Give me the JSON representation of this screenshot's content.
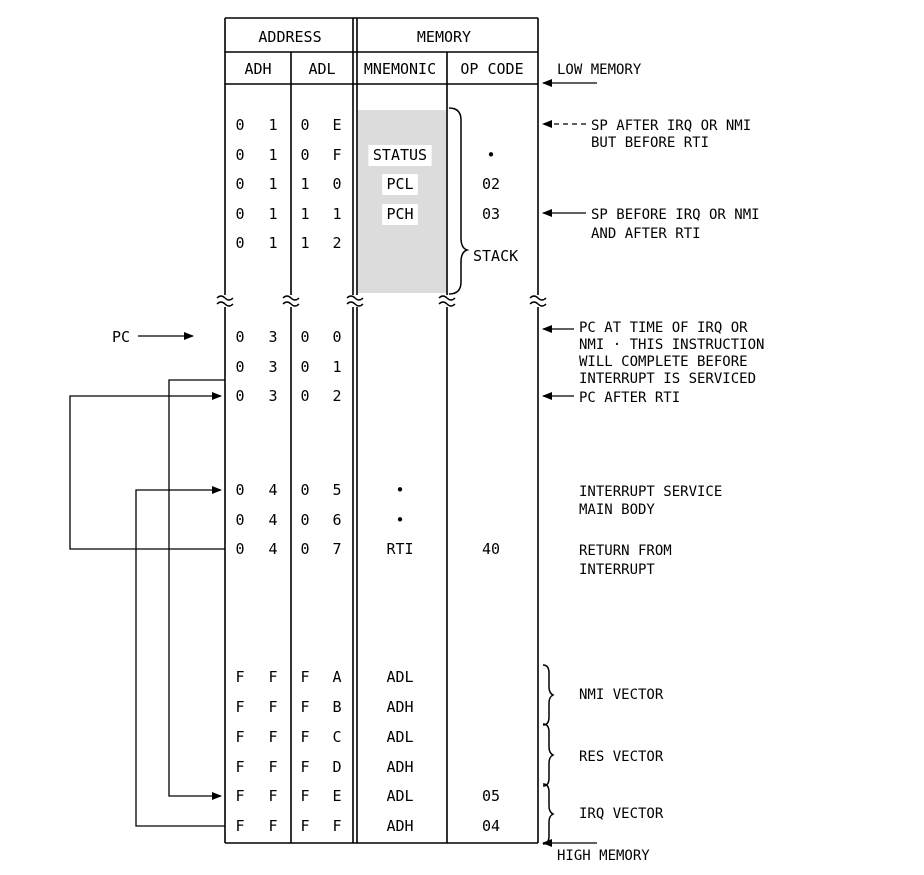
{
  "header": {
    "address": "ADDRESS",
    "memory": "MEMORY",
    "adh": "ADH",
    "adl": "ADL",
    "mnemonic": "MNEMONIC",
    "opcode": "OP CODE"
  },
  "stack_rows": [
    {
      "adh": [
        "0",
        "1"
      ],
      "adl": [
        "0",
        "E"
      ],
      "mnemonic": "",
      "opcode": ""
    },
    {
      "adh": [
        "0",
        "1"
      ],
      "adl": [
        "0",
        "F"
      ],
      "mnemonic": "STATUS",
      "opcode": "•"
    },
    {
      "adh": [
        "0",
        "1"
      ],
      "adl": [
        "1",
        "0"
      ],
      "mnemonic": "PCL",
      "opcode": "02"
    },
    {
      "adh": [
        "0",
        "1"
      ],
      "adl": [
        "1",
        "1"
      ],
      "mnemonic": "PCH",
      "opcode": "03"
    },
    {
      "adh": [
        "0",
        "1"
      ],
      "adl": [
        "1",
        "2"
      ],
      "mnemonic": "",
      "opcode": ""
    }
  ],
  "program_rows": [
    {
      "adh": [
        "0",
        "3"
      ],
      "adl": [
        "0",
        "0"
      ],
      "mnemonic": "",
      "opcode": ""
    },
    {
      "adh": [
        "0",
        "3"
      ],
      "adl": [
        "0",
        "1"
      ],
      "mnemonic": "",
      "opcode": ""
    },
    {
      "adh": [
        "0",
        "3"
      ],
      "adl": [
        "0",
        "2"
      ],
      "mnemonic": "",
      "opcode": ""
    }
  ],
  "service_rows": [
    {
      "adh": [
        "0",
        "4"
      ],
      "adl": [
        "0",
        "5"
      ],
      "mnemonic": "•",
      "opcode": ""
    },
    {
      "adh": [
        "0",
        "4"
      ],
      "adl": [
        "0",
        "6"
      ],
      "mnemonic": "•",
      "opcode": ""
    },
    {
      "adh": [
        "0",
        "4"
      ],
      "adl": [
        "0",
        "7"
      ],
      "mnemonic": "RTI",
      "opcode": "40"
    }
  ],
  "vector_rows": [
    {
      "adh": [
        "F",
        "F"
      ],
      "adl": [
        "F",
        "A"
      ],
      "mnemonic": "ADL",
      "opcode": ""
    },
    {
      "adh": [
        "F",
        "F"
      ],
      "adl": [
        "F",
        "B"
      ],
      "mnemonic": "ADH",
      "opcode": ""
    },
    {
      "adh": [
        "F",
        "F"
      ],
      "adl": [
        "F",
        "C"
      ],
      "mnemonic": "ADL",
      "opcode": ""
    },
    {
      "adh": [
        "F",
        "F"
      ],
      "adl": [
        "F",
        "D"
      ],
      "mnemonic": "ADH",
      "opcode": ""
    },
    {
      "adh": [
        "F",
        "F"
      ],
      "adl": [
        "F",
        "E"
      ],
      "mnemonic": "ADL",
      "opcode": "05"
    },
    {
      "adh": [
        "F",
        "F"
      ],
      "adl": [
        "F",
        "F"
      ],
      "mnemonic": "ADH",
      "opcode": "04"
    }
  ],
  "labels": {
    "low_memory": "LOW MEMORY",
    "high_memory": "HIGH MEMORY",
    "stack": "STACK",
    "pc": "PC",
    "sp_after_1": "SP AFTER IRQ OR NMI",
    "sp_after_2": "BUT BEFORE RTI",
    "sp_before_1": "SP BEFORE IRQ OR NMI",
    "sp_before_2": "AND AFTER RTI",
    "pc_time_1": "PC AT TIME OF IRQ OR",
    "pc_time_2": "NMI · THIS INSTRUCTION",
    "pc_time_3": "WILL COMPLETE BEFORE",
    "pc_time_4": "INTERRUPT IS SERVICED",
    "pc_after": "PC AFTER RTI",
    "isr_1": "INTERRUPT SERVICE",
    "isr_2": "MAIN BODY",
    "rti_1": "RETURN FROM",
    "rti_2": "INTERRUPT",
    "nmi_vector": "NMI VECTOR",
    "res_vector": "RES VECTOR",
    "irq_vector": "IRQ VECTOR"
  },
  "colors": {
    "stack_fill": "#dcdcdc",
    "line": "#000000"
  }
}
